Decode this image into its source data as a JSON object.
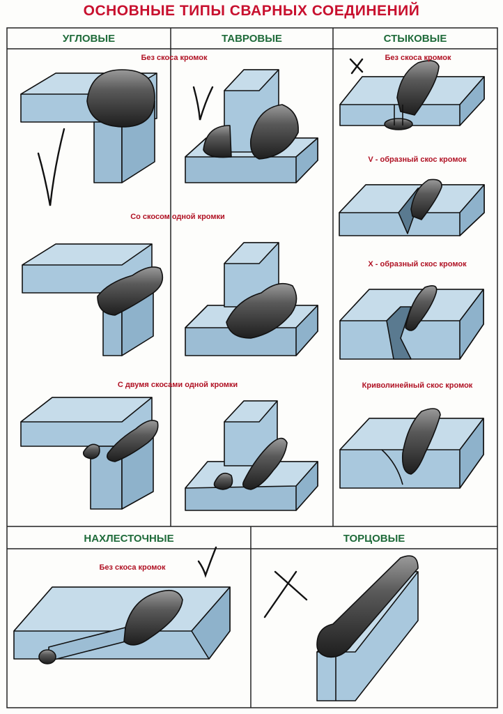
{
  "title": "ОСНОВНЫЕ ТИПЫ СВАРНЫХ СОЕДИНЕНИЙ",
  "sections": {
    "corner": "УГЛОВЫЕ",
    "tee": "ТАВРОВЫЕ",
    "butt": "СТЫКОВЫЕ",
    "lap": "НАХЛЕСТОЧНЫЕ",
    "edge": "ТОРЦОВЫЕ"
  },
  "captions": {
    "row1": "Без скоса кромок",
    "row2": "Со скосом одной кромки",
    "row3": "С двумя скосами одной кромки",
    "butt1": "Без скоса кромок",
    "butt2": "V - образный скос кромок",
    "butt3": "X -  образный скос кромок",
    "butt4": "Криволинейный скос кромок",
    "lap1": "Без скоса кромок"
  },
  "colors": {
    "title": "#c8102e",
    "header": "#1f6b3a",
    "caption": "#b01224",
    "plate": "#a9c8dd",
    "weld": "#4a4a4a"
  }
}
